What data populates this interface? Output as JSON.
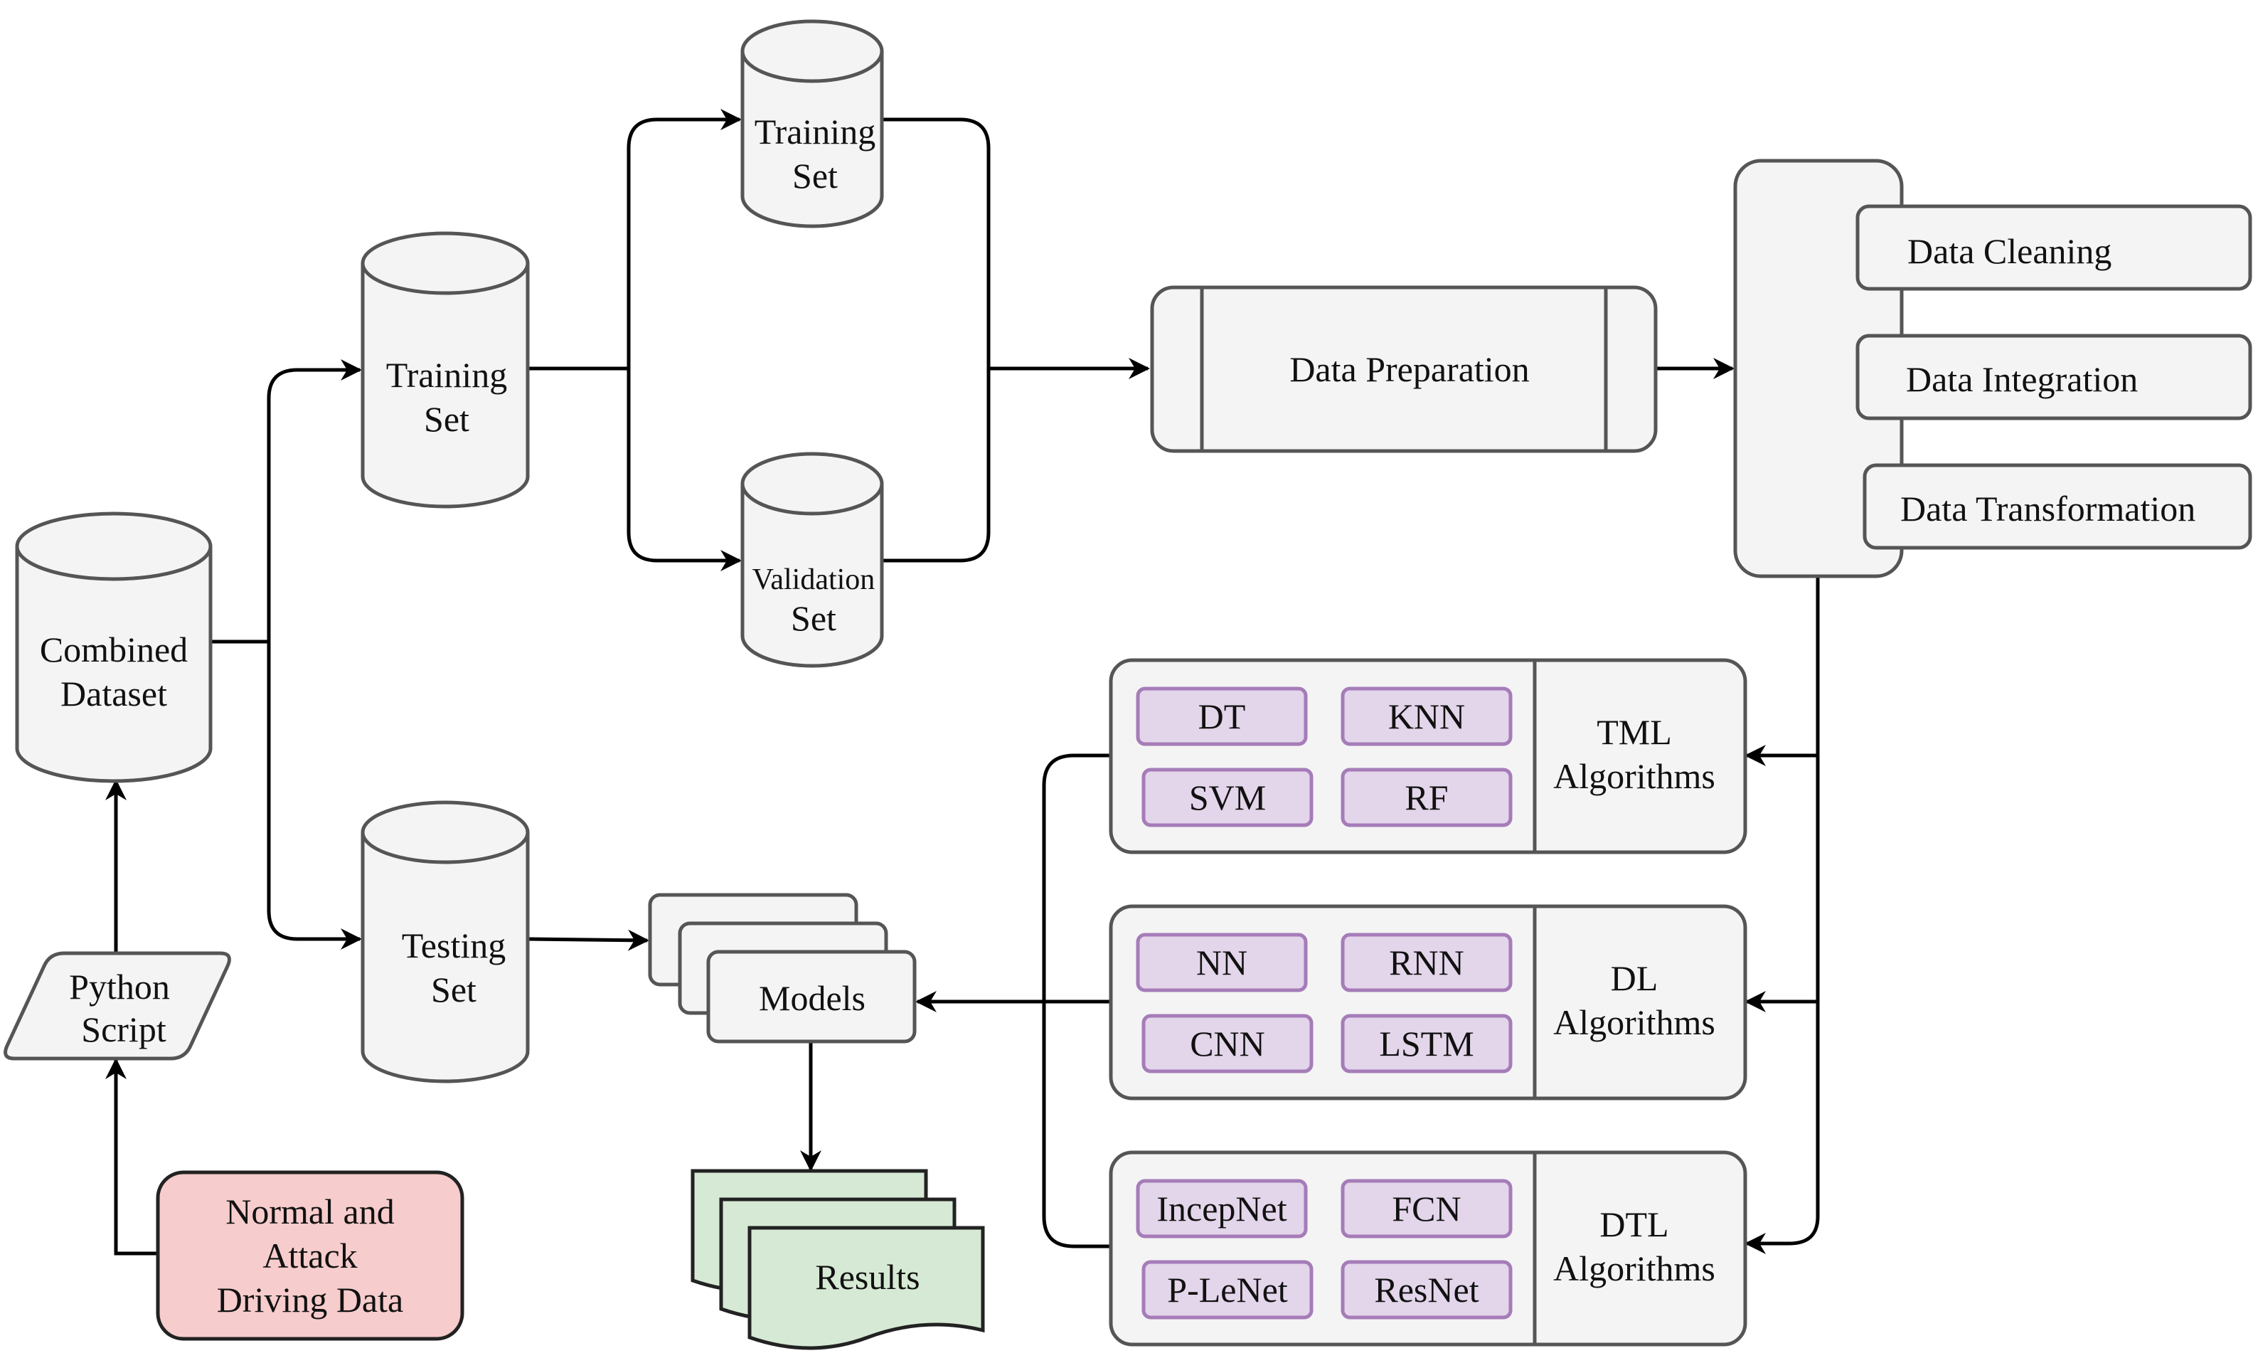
{
  "nodes": {
    "normal_attack": [
      "Normal and",
      "Attack",
      "Driving Data"
    ],
    "python_script": [
      "Python",
      "Script"
    ],
    "combined_dataset": [
      "Combined",
      "Dataset"
    ],
    "training_set_1": [
      "Training",
      "Set"
    ],
    "testing_set": [
      "Testing",
      "Set"
    ],
    "training_set_2": [
      "Training",
      "Set"
    ],
    "validation_set": [
      "Validation",
      "Set"
    ],
    "data_preparation": "Data Preparation",
    "data_cleaning": "Data Cleaning",
    "data_integration": "Data Integration",
    "data_transformation": "Data Transformation",
    "models": "Models",
    "results": "Results"
  },
  "algorithm_groups": [
    {
      "id": "tml",
      "title": [
        "TML",
        "Algorithms"
      ],
      "items": [
        "DT",
        "KNN",
        "SVM",
        "RF"
      ]
    },
    {
      "id": "dl",
      "title": [
        "DL",
        "Algorithms"
      ],
      "items": [
        "NN",
        "RNN",
        "CNN",
        "LSTM"
      ]
    },
    {
      "id": "dtl",
      "title": [
        "DTL",
        "Algorithms"
      ],
      "items": [
        "IncepNet",
        "FCN",
        "P-LeNet",
        "ResNet"
      ]
    }
  ],
  "colors": {
    "source_fill": "#f7cccc",
    "source_stroke": "#222222",
    "results_fill": "#d6e9d4",
    "results_stroke": "#222222",
    "algo_fill": "#e3d5ea",
    "algo_stroke": "#a57cb8"
  }
}
